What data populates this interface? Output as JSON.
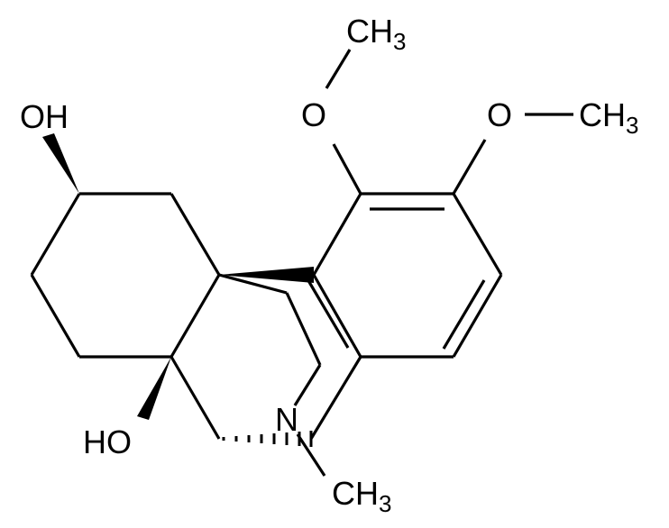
{
  "molecule": {
    "atoms": {
      "oh_top": {
        "main": "OH",
        "sub": "",
        "color": "#ff0d0d"
      },
      "oh_bottom": {
        "main": "HO",
        "sub": "",
        "color": "#ff0d0d"
      },
      "o_methoxy_1": {
        "main": "O",
        "sub": "",
        "color": "#ff0d0d"
      },
      "o_methoxy_2": {
        "main": "O",
        "sub": "",
        "color": "#ff0d0d"
      },
      "ch3_top": {
        "main": "CH",
        "sub": "3",
        "color": "#000000"
      },
      "ch3_right": {
        "main": "CH",
        "sub": "3",
        "color": "#000000"
      },
      "nitrogen": {
        "main": "N",
        "sub": "",
        "color": "#3050f8"
      },
      "ch3_n": {
        "main": "CH",
        "sub": "3",
        "color": "#000000"
      }
    }
  }
}
